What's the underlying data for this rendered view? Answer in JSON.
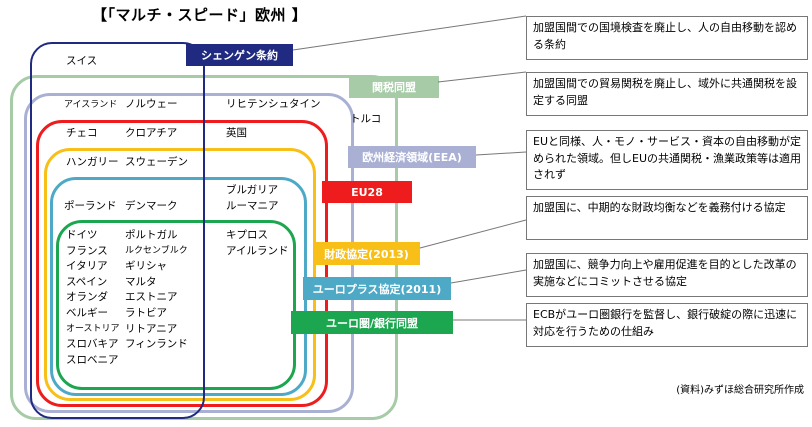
{
  "title": "【「マルチ・スピード」欧州 】",
  "labels": {
    "schengen": "シェンゲン条約",
    "customs": "関税同盟",
    "eea": "欧州経済領域(EEA)",
    "eu28": "EU28",
    "fiscal": "財政協定(2013)",
    "europlus": "ユーロプラス協定(2011)",
    "eurozone": "ユーロ圏/銀行同盟"
  },
  "colors": {
    "schengen": "#1f2a80",
    "customs": "#a6cba6",
    "eea": "#a9b0d4",
    "eu28": "#ee1c1c",
    "fiscal": "#f7bf17",
    "europlus": "#4ea9c6",
    "eurozone": "#1ca64f"
  },
  "countries": {
    "switzerland": "スイス",
    "iceland": "アイスランド",
    "norway": "ノルウェー",
    "liechtenstein": "リヒテンシュタイン",
    "turkey": "トルコ",
    "czech": "チェコ",
    "croatia": "クロアチア",
    "uk": "英国",
    "hungary": "ハンガリー",
    "sweden": "スウェーデン",
    "bulgaria": "ブルガリア",
    "romania": "ルーマニア",
    "poland": "ポーランド",
    "denmark": "デンマーク",
    "cyprus": "キプロス",
    "ireland": "アイルランド",
    "col1": [
      "ドイツ",
      "フランス",
      "イタリア",
      "スペイン",
      "オランダ",
      "ベルギー",
      "オーストリア",
      "スロバキア",
      "スロベニア"
    ],
    "col2": [
      "ポルトガル",
      "ルクセンブルク",
      "ギリシャ",
      "マルタ",
      "エストニア",
      "ラトビア",
      "リトアニア",
      "フィンランド"
    ]
  },
  "notes": {
    "schengen": "加盟国間での国境検査を廃止し、人の自由移動を認める条約",
    "customs": "加盟国間での貿易関税を廃止し、域外に共通関税を設定する同盟",
    "eea": "EUと同様、人・モノ・サービス・資本の自由移動が定められた領域。但しEUの共通関税・漁業政策等は適用されず",
    "fiscal": "加盟国に、中期的な財政均衡などを義務付ける協定",
    "europlus": "加盟国に、競争力向上や雇用促進を目的とした改革の実施などにコミットさせる協定",
    "eurozone": "ECBがユーロ圏銀行を監督し、銀行破綻の際に迅速に対応を行うための仕組み"
  },
  "source": "(資料)みずほ総合研究所作成"
}
